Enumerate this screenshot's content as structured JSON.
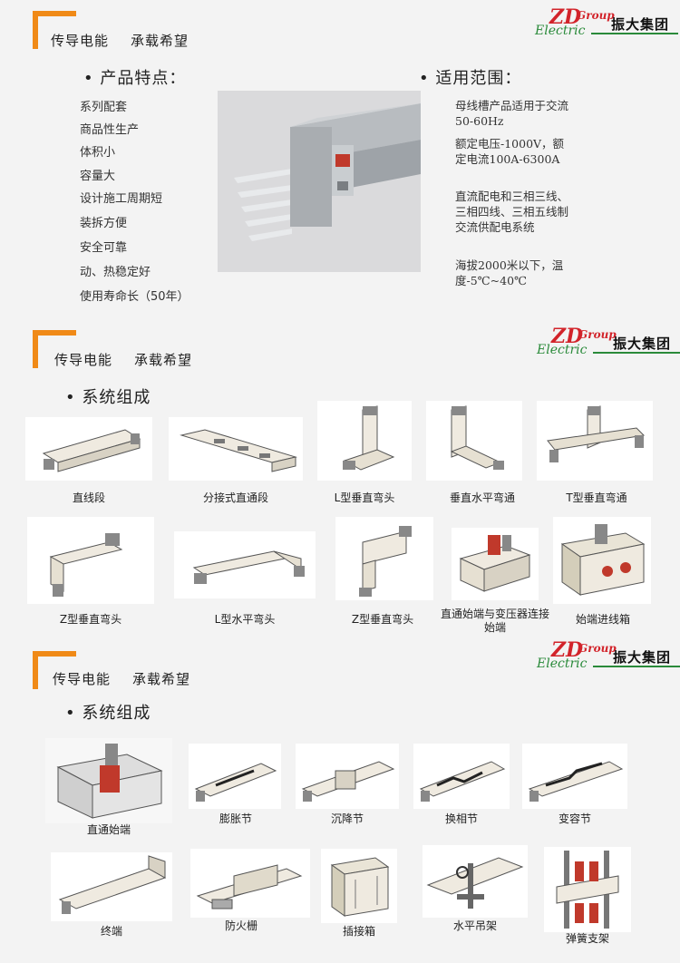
{
  "header": {
    "slogan_a": "传导电能",
    "slogan_b": "承载希望"
  },
  "logo": {
    "mark": "ZD",
    "group": "Group",
    "electric": "Electric",
    "cn_name": "振大集团"
  },
  "section1": {
    "features_title": "• 产品特点：",
    "features": [
      "系列配套",
      "商品性生产",
      "体积小",
      "容量大",
      "设计施工周期短",
      "装拆方便",
      "安全可靠",
      "动、热稳定好",
      "使用寿命长（50年）"
    ],
    "scope_title": "• 适用范围：",
    "scope": [
      "母线槽产品适用于交流50-60Hz",
      "额定电压-1000V，额定电流100A-6300A",
      "直流配电和三相三线、三相四线、三相五线制交流供配电系统",
      "海拔2000米以下，温度-5℃~40℃"
    ]
  },
  "section2": {
    "title": "• 系统组成",
    "items": [
      "直线段",
      "分接式直通段",
      "L型垂直弯头",
      "垂直水平弯通",
      "T型垂直弯通",
      "Z型垂直弯头",
      "L型水平弯头",
      "Z型垂直弯头",
      "直通始端与变压器连接始端",
      "始端进线箱"
    ]
  },
  "section3": {
    "title": "• 系统组成",
    "items": [
      "直通始端",
      "膨胀节",
      "沉降节",
      "换相节",
      "变容节",
      "终端",
      "防火栅",
      "插接箱",
      "水平吊架",
      "弹簧支架"
    ]
  },
  "colors": {
    "accent": "#f08a17",
    "logo_red": "#d2232a",
    "logo_green": "#2a8a3a",
    "background": "#f3f3f3"
  }
}
